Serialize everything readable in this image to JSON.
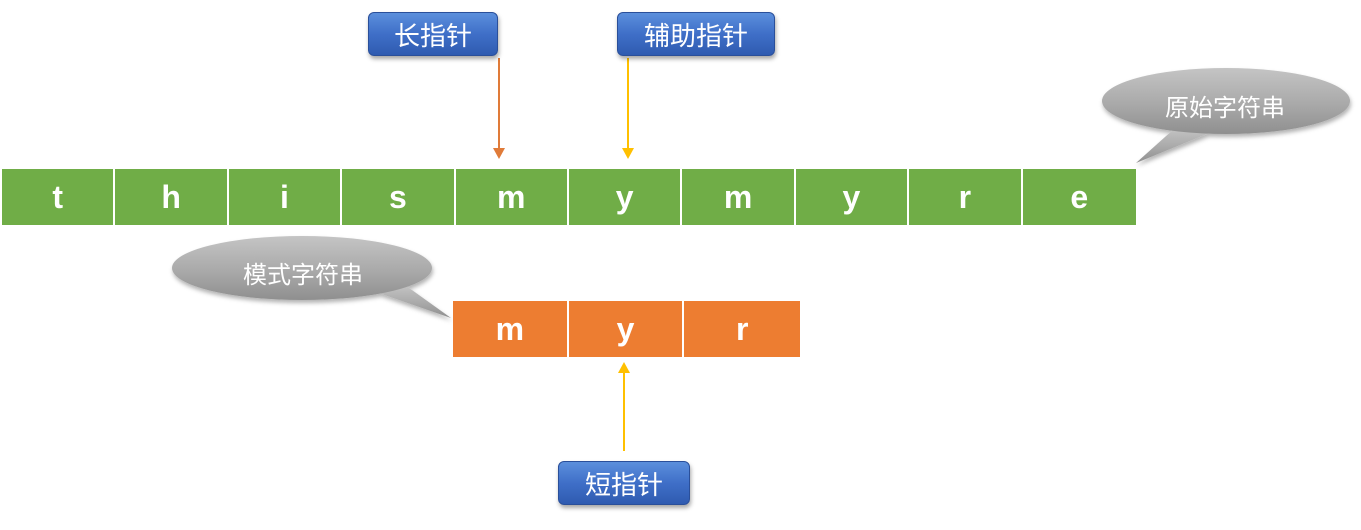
{
  "pointers": {
    "long_label": "长指针",
    "aux_label": "辅助指针",
    "short_label": "短指针"
  },
  "callouts": {
    "original_label": "原始字符串",
    "pattern_label": "模式字符串"
  },
  "original_string": [
    "t",
    "h",
    "i",
    "s",
    "m",
    "y",
    "m",
    "y",
    "r",
    "e"
  ],
  "pattern_string": [
    "m",
    "y",
    "r"
  ],
  "pointer_positions": {
    "long_index": 4,
    "aux_index": 5,
    "short_index": 1
  },
  "colors": {
    "original_cell": "#70ad47",
    "pattern_cell": "#ed7d31",
    "long_arrow": "#e07b39",
    "aux_arrow": "#ffc000",
    "short_arrow": "#ffc000",
    "tag": "#4472c4",
    "bubble": "#a6a6a6"
  }
}
